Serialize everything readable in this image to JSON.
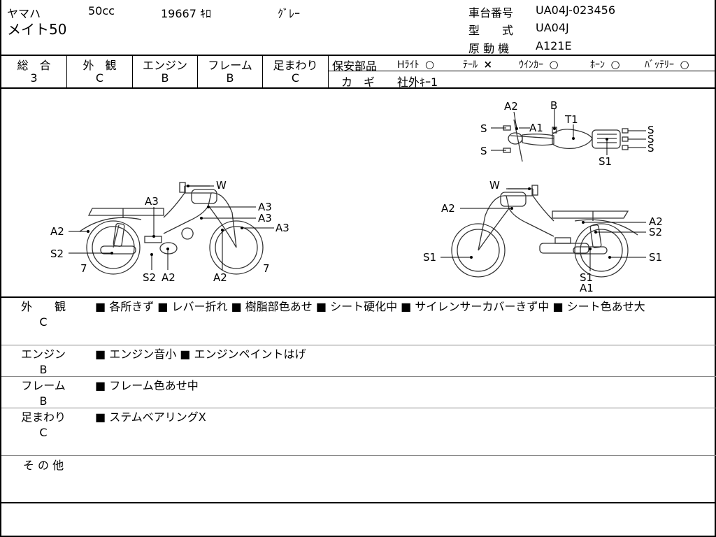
{
  "header": {
    "maker": "ヤマハ",
    "displacement": "50cc",
    "mileage": "19667 ｷﾛ",
    "color": "ｸﾞﾚｰ",
    "model_name": "メイト50",
    "chassis_label": "車台番号",
    "chassis_value": "UA04J-023456",
    "type_label": "型　　式",
    "type_value": "UA04J",
    "engine_label": "原 動 機",
    "engine_value": "A121E"
  },
  "grades": [
    {
      "label": "総　合",
      "value": "3"
    },
    {
      "label": "外　観",
      "value": "C"
    },
    {
      "label": "エンジン",
      "value": "B"
    },
    {
      "label": "フレーム",
      "value": "B"
    },
    {
      "label": "足まわり",
      "value": "C"
    }
  ],
  "safety": {
    "label": "保安部品",
    "items": [
      {
        "name": "Hﾗｲﾄ",
        "mark": "○"
      },
      {
        "name": "ﾃｰﾙ",
        "mark": "×"
      },
      {
        "name": "ｳｲﾝｶｰ",
        "mark": "○"
      },
      {
        "name": "ﾎｰﾝ",
        "mark": "○"
      },
      {
        "name": "ﾊﾞｯﾃﾘｰ",
        "mark": "○"
      }
    ],
    "key_label": "カ　ギ",
    "key_value": "社外ｷｰ1"
  },
  "diagram": {
    "top_labels": {
      "a2": "A2",
      "b": "B",
      "t1": "T1",
      "s_l1": "S",
      "a1": "A1",
      "s_l2": "S",
      "s_r1": "S",
      "s_r2": "S",
      "s_r3": "S",
      "s1": "S1"
    },
    "left_labels": {
      "w": "W",
      "a3_top": "A3",
      "a3_1": "A3",
      "a3_2": "A3",
      "a3_3": "A3",
      "a2_left": "A2",
      "s2": "S2",
      "seven_l": "7",
      "s2_bottom": "S2",
      "a2_bottom1": "A2",
      "a2_bottom2": "A2",
      "seven_r": "7"
    },
    "right_labels": {
      "w": "W",
      "a2_top": "A2",
      "a2_right": "A2",
      "s2_right": "S2",
      "s1_left": "S1",
      "s1_right": "S1",
      "s1_bottom": "S1",
      "a1_bottom": "A1"
    }
  },
  "notes": [
    {
      "category": "外　　観",
      "grade": "C",
      "text": "■ 各所きず ■ レバー折れ ■ 樹脂部色あせ ■ シート硬化中 ■ サイレンサーカバーきず中 ■ シート色あせ大"
    },
    {
      "category": "エンジン",
      "grade": "B",
      "text": "■ エンジン音小 ■ エンジンペイントはげ"
    },
    {
      "category": "フレーム",
      "grade": "B",
      "text": "■ フレーム色あせ中"
    },
    {
      "category": "足まわり",
      "grade": "C",
      "text": "■ ステムベアリングX"
    },
    {
      "category": "そ の 他",
      "grade": "",
      "text": ""
    }
  ]
}
